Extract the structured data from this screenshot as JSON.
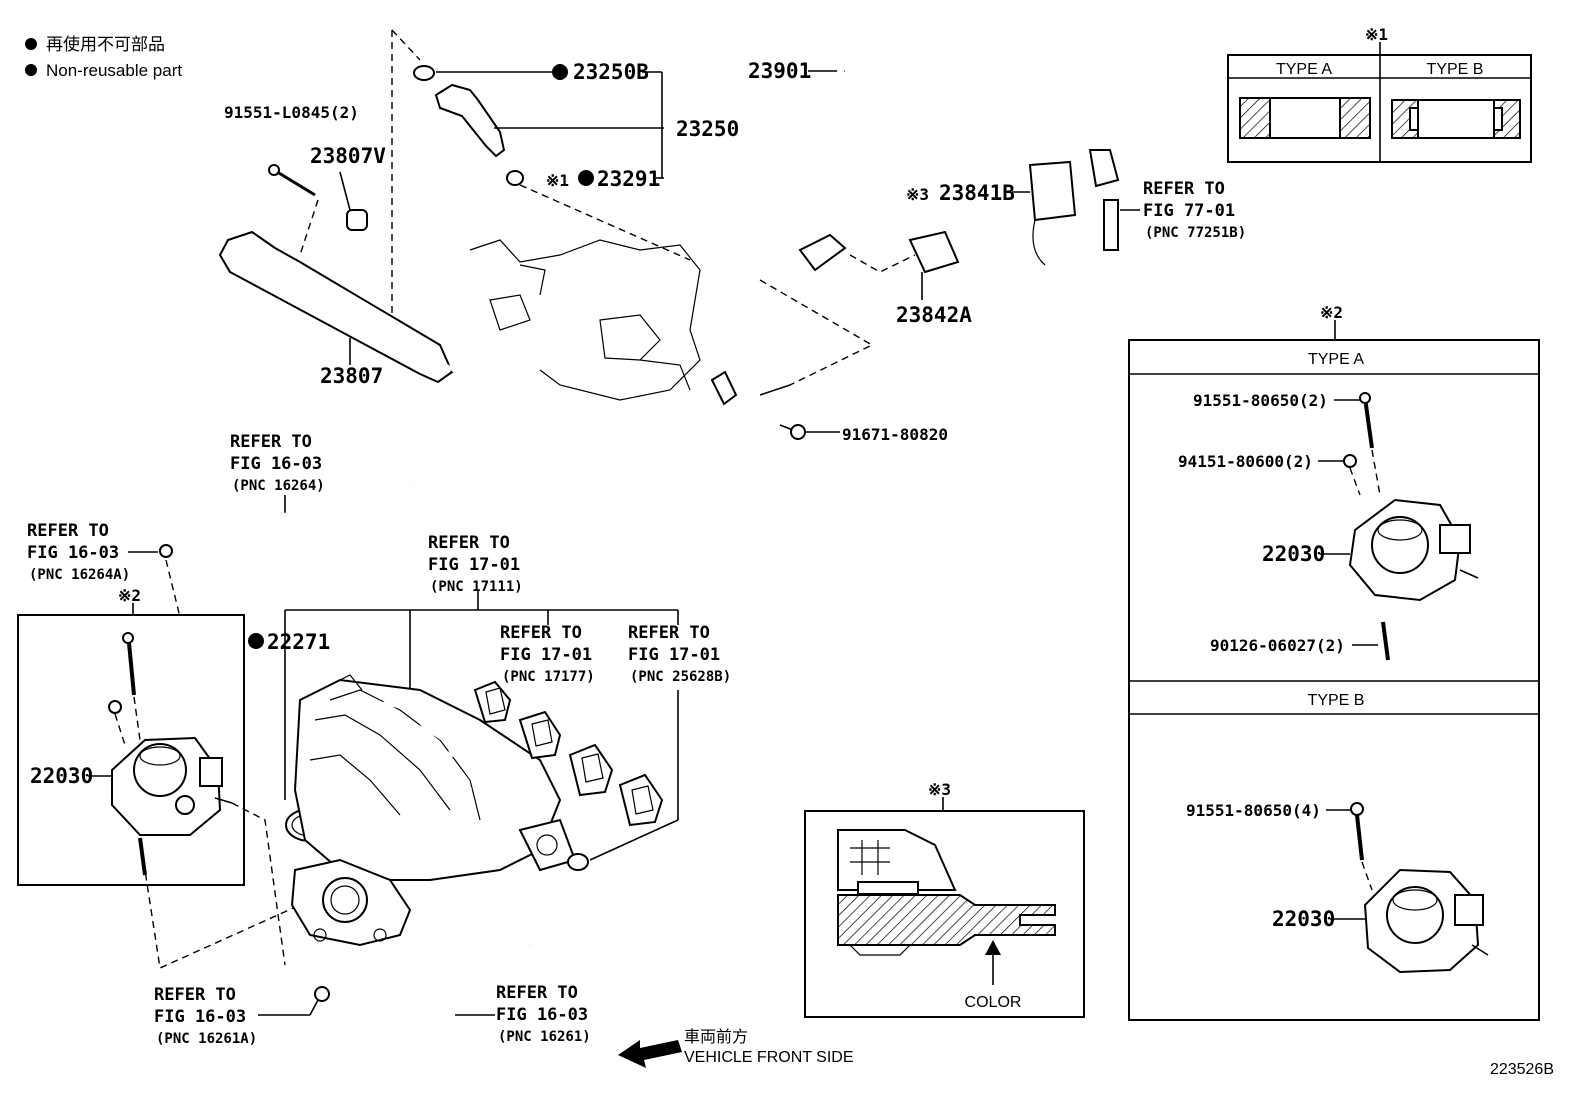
{
  "legend": {
    "symbol": "●",
    "line_ja": "再使用不可部品",
    "line_en": "Non-reusable part"
  },
  "diagram_code": "223526B",
  "front": {
    "ja": "車両前方",
    "en": "VEHICLE FRONT SIDE"
  },
  "notes": {
    "n1": "※1",
    "n2": "※2",
    "n3": "※3",
    "n1_mark": "※1",
    "n3_mark": "※3"
  },
  "parts": {
    "p23250B": "23250B",
    "p23250": "23250",
    "p23291": "23291",
    "p23807V": "23807V",
    "p23807": "23807",
    "p91551L0845": "91551-L0845(2)",
    "p23901": "23901",
    "p23841B": "23841B",
    "p23842A": "23842A",
    "p91671": "91671-80820",
    "p22271": "22271",
    "p22030_left": "22030",
    "p22030_a": "22030",
    "p22030_b": "22030",
    "p91551_80650_2": "91551-80650(2)",
    "p94151": "94151-80600(2)",
    "p90126": "90126-06027(2)",
    "p91551_80650_4": "91551-80650(4)"
  },
  "refs": {
    "r77": {
      "l1": "REFER TO",
      "l2": "FIG 77-01",
      "l3": "(PNC 77251B)"
    },
    "r16264": {
      "l1": "REFER TO",
      "l2": "FIG 16-03",
      "l3": "(PNC 16264)"
    },
    "r16264A": {
      "l1": "REFER TO",
      "l2": "FIG 16-03",
      "l3": "(PNC 16264A)"
    },
    "r17111": {
      "l1": "REFER TO",
      "l2": "FIG 17-01",
      "l3": "(PNC 17111)"
    },
    "r17177": {
      "l1": "REFER TO",
      "l2": "FIG 17-01",
      "l3": "(PNC 17177)"
    },
    "r25628B": {
      "l1": "REFER TO",
      "l2": "FIG 17-01",
      "l3": "(PNC 25628B)"
    },
    "r16261A": {
      "l1": "REFER TO",
      "l2": "FIG 16-03",
      "l3": "(PNC 16261A)"
    },
    "r16261": {
      "l1": "REFER TO",
      "l2": "FIG 16-03",
      "l3": "(PNC 16261)"
    }
  },
  "boxes": {
    "type_a": "TYPE A",
    "type_b": "TYPE B",
    "type_a2": "TYPE A",
    "type_b2": "TYPE B",
    "color": "COLOR"
  }
}
